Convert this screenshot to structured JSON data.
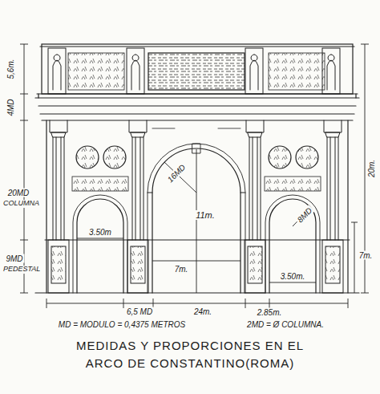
{
  "diagram": {
    "caption": "MEDIDAS Y PROPORCIONES EN EL ARCO DE CONSTANTINO(ROMA)",
    "labels": [
      "5,6m.",
      "4MD",
      "20MD",
      "COLUMNA",
      "9MD",
      "PEDESTAL",
      "3.50m",
      "16MD",
      "11m.",
      "7m.",
      "8MD",
      "7m.",
      "3.50m.",
      "20m.",
      "6,5 MD",
      "24m.",
      "2.85m.",
      "MD = MODULO = 0,4375 METROS",
      "2MD = Ø COLUMNA."
    ]
  }
}
